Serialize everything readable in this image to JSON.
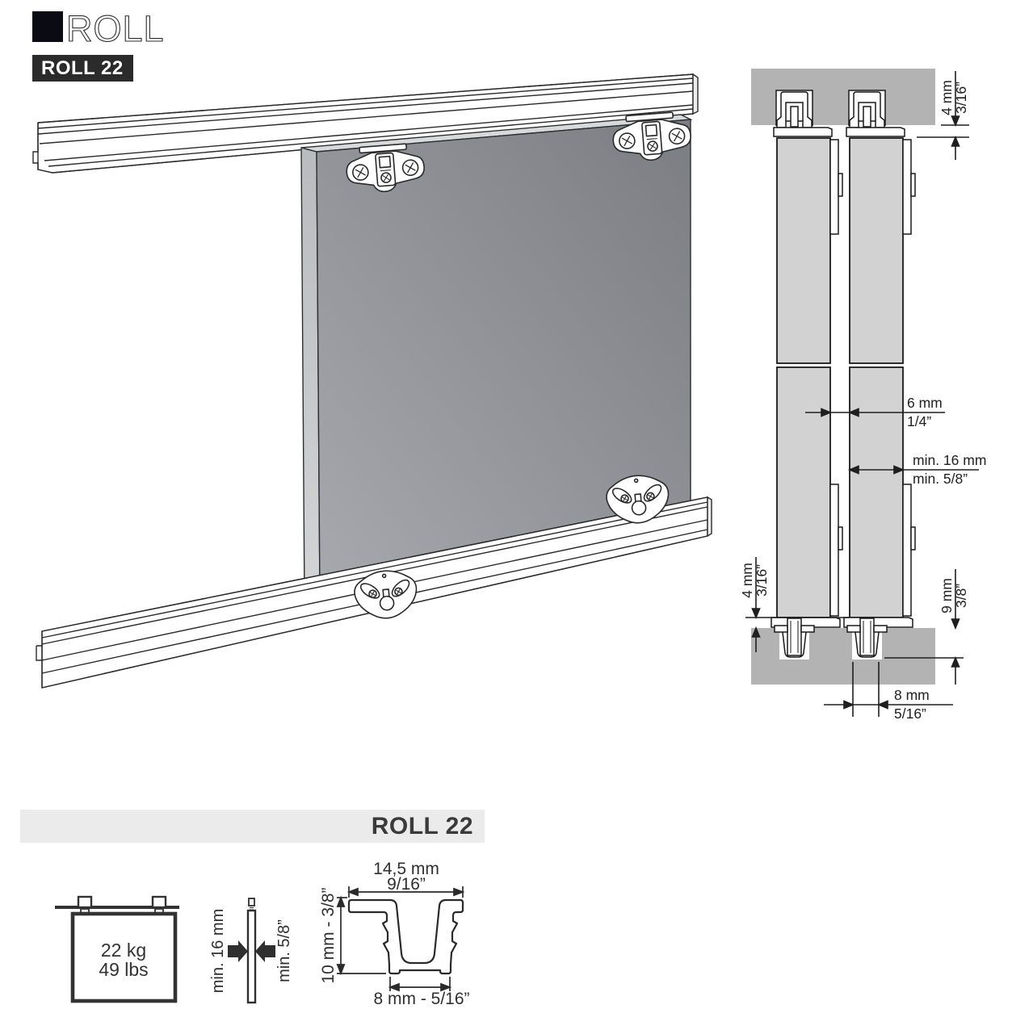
{
  "brand": {
    "logo_text": "ROLL",
    "product_badge": "ROLL 22"
  },
  "cross_section_labels": {
    "top_clearance_mm": "4 mm",
    "top_clearance_in": "3/16”",
    "door_gap_mm": "6 mm",
    "door_gap_in": "1/4”",
    "door_thickness_mm": "min. 16 mm",
    "door_thickness_in": "min. 5/8”",
    "bottom_clearance_mm": "4 mm",
    "bottom_clearance_in": "3/16”",
    "groove_depth_mm": "9 mm",
    "groove_depth_in": "3/8”",
    "groove_width_mm": "8 mm",
    "groove_width_in": "5/16”"
  },
  "spec": {
    "title": "ROLL 22",
    "max_weight_kg": "22 kg",
    "max_weight_lbs": "49 lbs",
    "door_thickness_mm": "min. 16 mm",
    "door_thickness_in": "min. 5/8”",
    "profile_width_mm": "14,5 mm",
    "profile_width_in": "9/16”",
    "profile_height": "10 mm - 3/8”",
    "profile_base": "8 mm - 5/16”"
  },
  "colors": {
    "badge_bg": "#2b2b2b",
    "logo_mark": "#0b0b14",
    "panel_gradient_dark": "#7b7d83",
    "panel_gradient_light": "#a7a9ae",
    "section_panel_gray": "#d2d2d2",
    "block_gray": "#b3b3b3",
    "spec_header_bg": "#ebebeb",
    "line_color": "#1f1f1f"
  }
}
